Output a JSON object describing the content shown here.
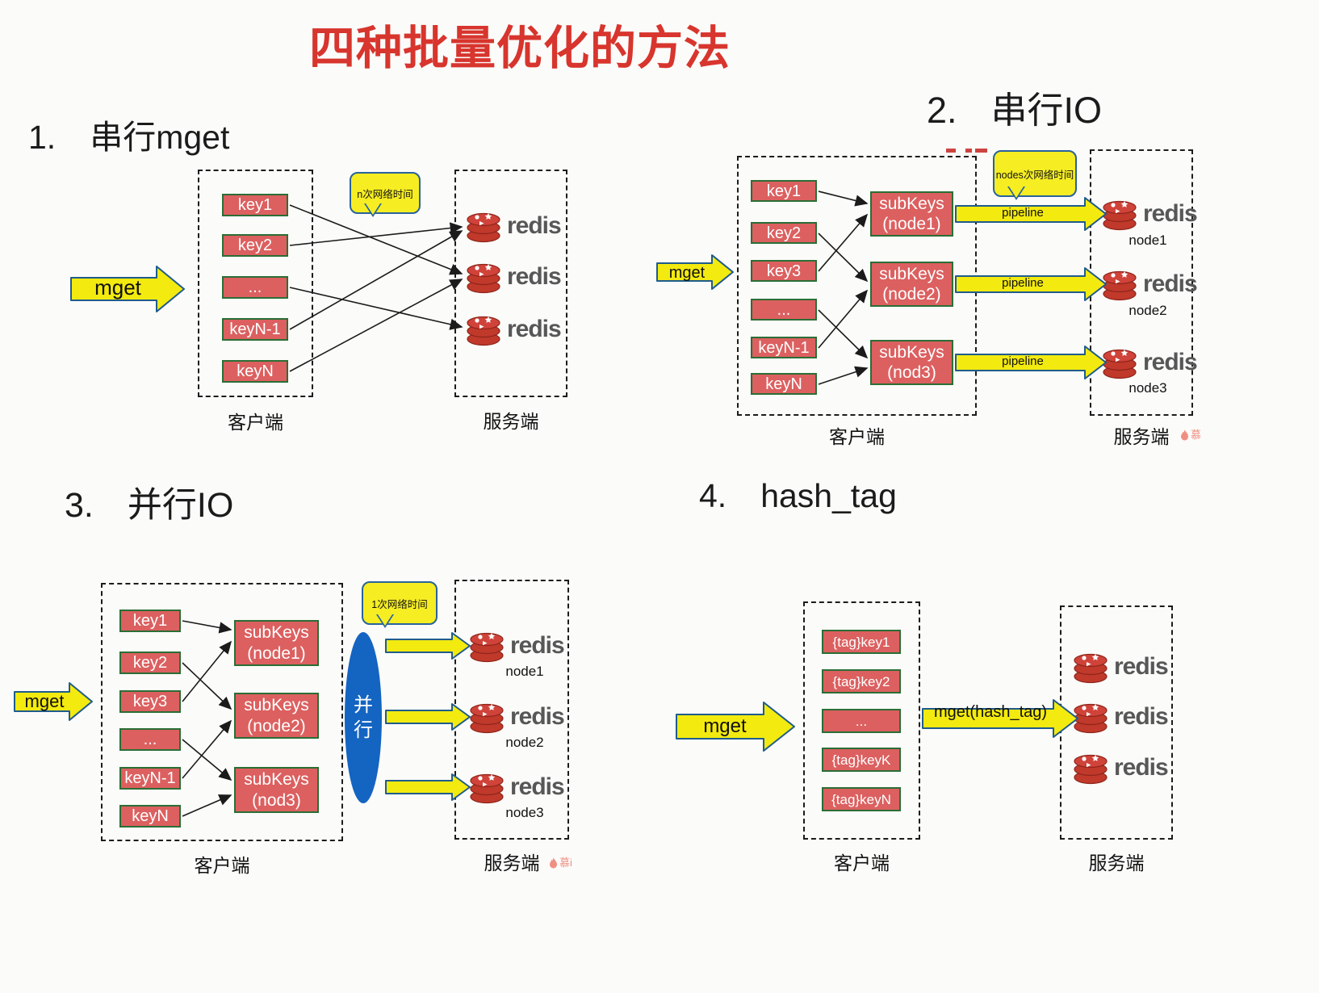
{
  "main_title": "四种批量优化的方法",
  "shared": {
    "client_label": "客户端",
    "server_label": "服务端",
    "mget_label": "mget",
    "redis_label": "redis",
    "pipeline_label": "pipeline"
  },
  "q1": {
    "number": "1.",
    "title": "串行mget",
    "bubble": "n次网络时间",
    "keys": [
      "key1",
      "key2",
      "...",
      "keyN-1",
      "keyN"
    ]
  },
  "q2": {
    "number": "2.",
    "title": "串行IO",
    "bubble": "nodes次网络时间",
    "keys": [
      "key1",
      "key2",
      "key3",
      "...",
      "keyN-1",
      "keyN"
    ],
    "subkeys": [
      {
        "line1": "subKeys",
        "line2": "(node1)"
      },
      {
        "line1": "subKeys",
        "line2": "(node2)"
      },
      {
        "line1": "subKeys",
        "line2": "(nod3)"
      }
    ],
    "node_labels": [
      "node1",
      "node2",
      "node3"
    ],
    "watermark": "慕"
  },
  "q3": {
    "number": "3.",
    "title": "并行IO",
    "bubble": "1次网络时间",
    "parallel_label": "并行",
    "keys": [
      "key1",
      "key2",
      "key3",
      "...",
      "keyN-1",
      "keyN"
    ],
    "subkeys": [
      {
        "line1": "subKeys",
        "line2": "(node1)"
      },
      {
        "line1": "subKeys",
        "line2": "(node2)"
      },
      {
        "line1": "subKeys",
        "line2": "(nod3)"
      }
    ],
    "node_labels": [
      "node1",
      "node2",
      "node3"
    ],
    "watermark": "慕i"
  },
  "q4": {
    "number": "4.",
    "title": "hash_tag",
    "keys": [
      "{tag}key1",
      "{tag}key2",
      "...",
      "{tag}keyK",
      "{tag}keyN"
    ],
    "arrow_label": "mget(hash_tag)"
  },
  "colors": {
    "title_red": "#d7352d",
    "key_box_fill": "#dc6060",
    "key_box_border": "#2a6e35",
    "arrow_yellow": "#f3ea10",
    "arrow_border_blue": "#1f5c8b",
    "bubble_yellow": "#f6ed22",
    "redis_red": "#c0392b",
    "parallel_blue": "#1464c2",
    "redis_text_gray": "#575757"
  }
}
